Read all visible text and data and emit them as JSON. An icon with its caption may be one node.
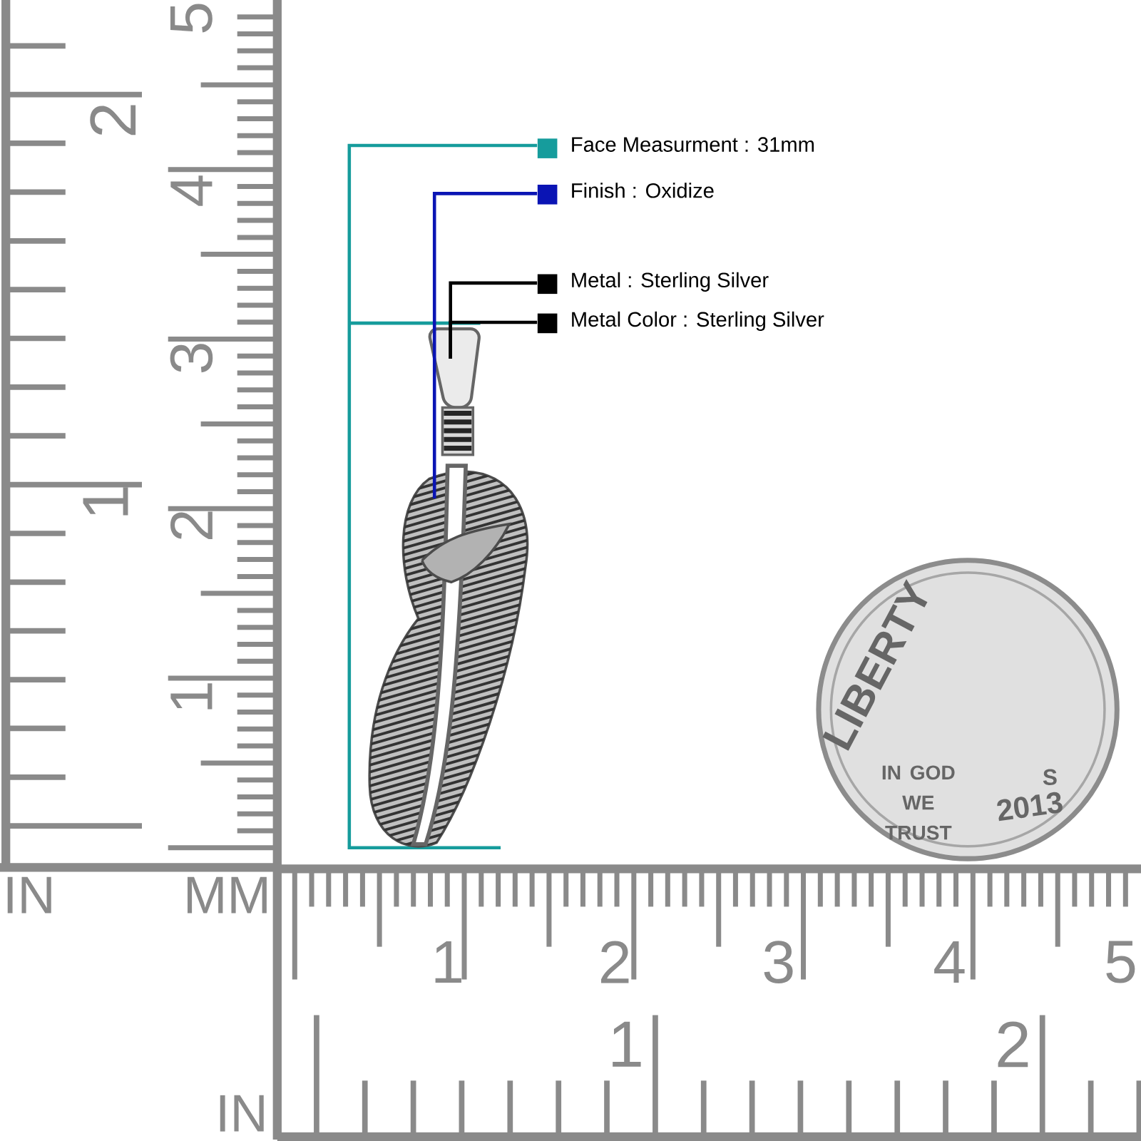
{
  "diagram": {
    "nodes": [
      {
        "text": [],
        "shape": "picture"
      },
      {
        "text": [
          "Face Measurment : 31mm"
        ]
      },
      {
        "text": [
          "Finish : Oxidize"
        ]
      },
      {
        "text": [
          "Metal : Sterling Silver"
        ]
      },
      {
        "text": [
          "Metal Color : Sterling Silver"
        ]
      },
      {
        "text": [
          "LIBERTY",
          "IN GOD WE TRUST",
          "S",
          "2013"
        ]
      }
    ],
    "edges": [
      {
        "from": 2,
        "to": 0,
        "arrow": "none",
        "color": "#0a14b4"
      },
      {
        "from": 3,
        "to": 0,
        "arrow": "none"
      },
      {
        "from": 4,
        "to": 0,
        "arrow": "none"
      }
    ],
    "labels": [
      "5",
      "2",
      "4",
      "3",
      "1",
      "2",
      "1",
      "IN",
      "MM",
      "1",
      "2",
      "3",
      "4",
      "5",
      "1",
      "2",
      "IN"
    ]
  }
}
